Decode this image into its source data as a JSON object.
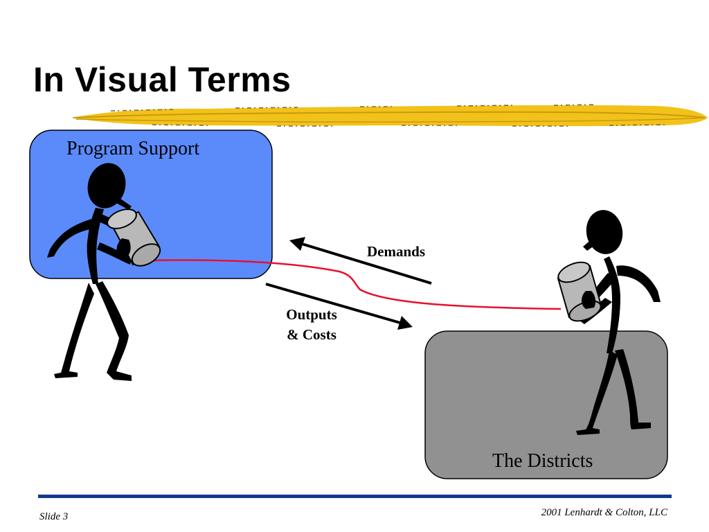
{
  "slide": {
    "title": "In Visual Terms",
    "accent_color": "#f2c21b",
    "footer": {
      "slide_label": "Slide 3",
      "copyright": "2001  Lenhardt & Colton, LLC",
      "rule_color": "#0e3b8f"
    }
  },
  "diagram": {
    "program_support": {
      "label": "Program Support",
      "fill": "#5b8bfb"
    },
    "districts": {
      "label": "The Districts",
      "fill": "#919191"
    },
    "demands_label": "Demands",
    "outputs_label_line1": "Outputs",
    "outputs_label_line2": "& Costs",
    "string_color": "#e8102d",
    "can_color": "#b8b8b8",
    "figure_color": "#000000"
  }
}
